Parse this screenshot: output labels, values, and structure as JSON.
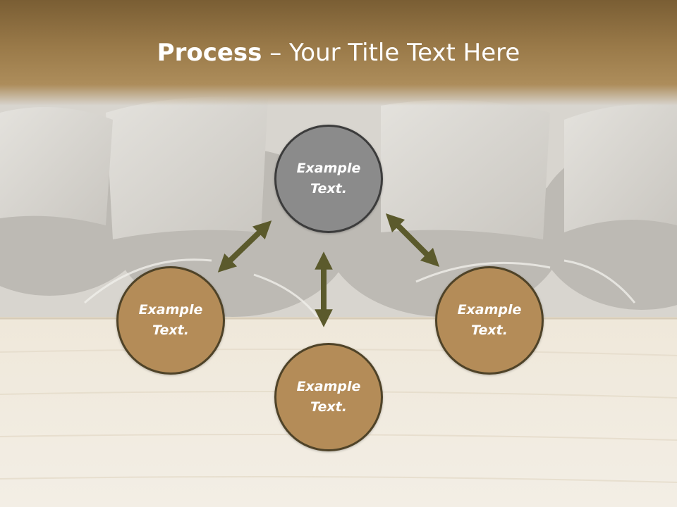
{
  "slide": {
    "title_bold": "Process",
    "title_dash": " – ",
    "title_rest": "Your Title Text Here"
  },
  "nodes": {
    "top": "Example Text.",
    "left": "Example Text.",
    "right": "Example Text.",
    "bottom": "Example Text."
  },
  "colors": {
    "title_band": "#9a7a49",
    "node_fill": "#b48c58",
    "node_border": "#4f4328",
    "center_node_fill": "#8b8b8b",
    "center_node_border": "#3c3c3c",
    "arrow": "#5b5a2c"
  }
}
